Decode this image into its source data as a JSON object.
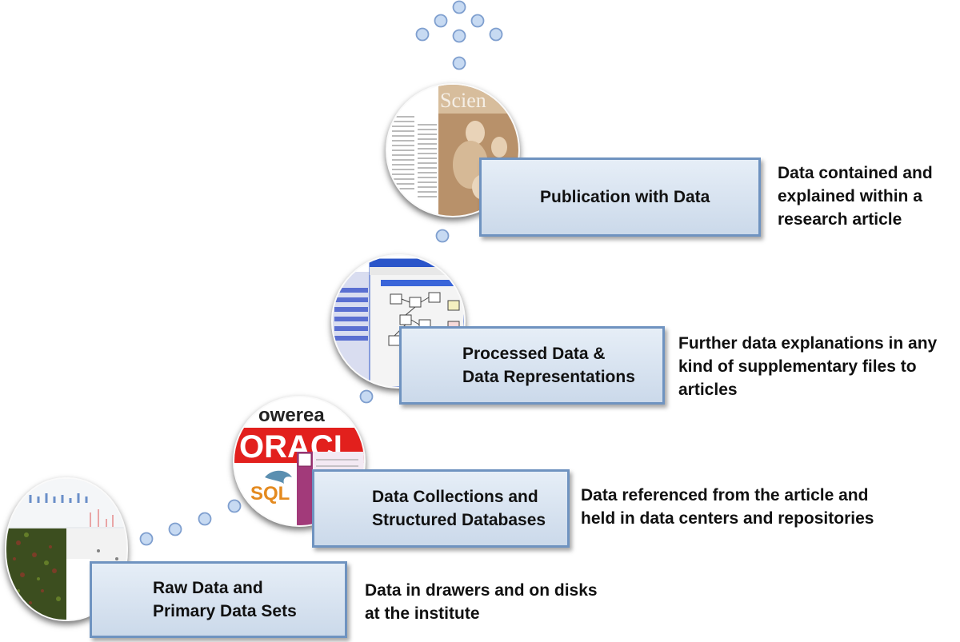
{
  "steps": [
    {
      "label_lines": [
        "Raw Data and",
        "Primary Data Sets"
      ],
      "desc_lines": [
        "Data in drawers and on disks",
        "at the institute"
      ]
    },
    {
      "label_lines": [
        "Data Collections and",
        "Structured Databases"
      ],
      "desc_lines": [
        "Data referenced from the article and",
        "held in data centers and repositories"
      ]
    },
    {
      "label_lines": [
        "Processed Data &",
        "Data Representations"
      ],
      "desc_lines": [
        "Further data explanations in any",
        "kind of supplementary files to",
        "articles"
      ]
    },
    {
      "label_lines": [
        "Publication with Data"
      ],
      "desc_lines": [
        "Data contained and",
        "explained within a",
        "research article"
      ]
    }
  ],
  "images": {
    "database_logo_top": "owerea",
    "database_logo_main": "ORACL",
    "database_logo_sql": "SQL",
    "journal_masthead": "Scien"
  },
  "colors": {
    "box_fill": "#d3deed",
    "box_border": "#6f93c0",
    "dot_fill": "#c7daf2",
    "dot_border": "#7f9fcf"
  }
}
